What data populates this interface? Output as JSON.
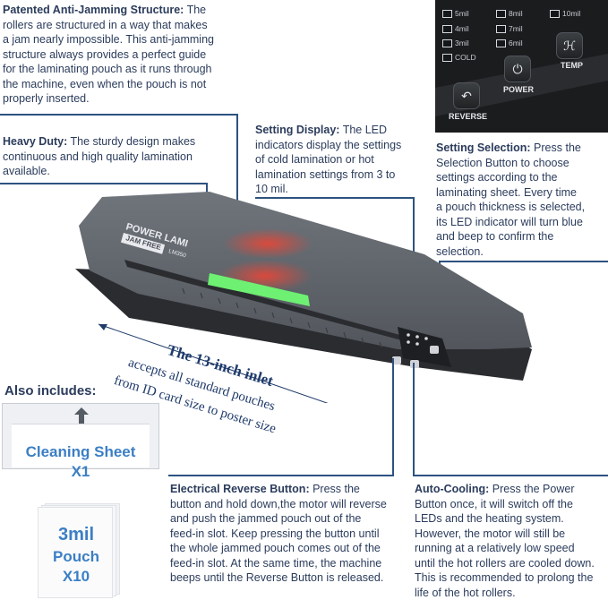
{
  "callouts": {
    "anti_jam": {
      "title": "Patented Anti-Jamming Structure:",
      "lines": [
        " The",
        "rollers are structured in a way that makes",
        "a jam nearly impossible. This anti-jamming",
        "structure always provides a perfect guide",
        "for the laminating pouch as it runs through",
        "the machine, even when the pouch is not",
        "properly inserted."
      ]
    },
    "heavy_duty": {
      "title": "Heavy Duty:",
      "lines": [
        " The sturdy design makes",
        "continuous and high quality lamination",
        "available."
      ]
    },
    "setting_display": {
      "title": "Setting Display:",
      "lines": [
        " The LED",
        "indicators display the settings",
        "of cold lamination or hot",
        "lamination settings from 3 to",
        "10 mil."
      ]
    },
    "setting_selection": {
      "title": "Setting Selection:",
      "lines": [
        " Press the",
        "Selection Button to choose",
        "settings according to the",
        "laminating sheet. Every time",
        "a pouch thickness is selected,",
        "its LED indicator will turn blue",
        "and beep to confirm the",
        "selection."
      ]
    },
    "reverse": {
      "title": "Electrical Reverse Button:",
      "lines": [
        " Press the",
        "button and hold down,the motor will reverse",
        "and push the jammed pouch out of the",
        "feed-in slot. Keep pressing the button until",
        "the whole jammed pouch comes out of the",
        "feed-in slot. At the same time, the machine",
        "beeps until the Reverse Button is released."
      ]
    },
    "auto_cooling": {
      "title": "Auto-Cooling:",
      "lines": [
        " Press the Power",
        "Button once, it will switch off the",
        "LEDs and the heating system.",
        "However, the motor will still be",
        "running at a relatively low speed",
        "until the hot rollers are cooled down.",
        "This is recommended to prolong the",
        "life of the hot rollers."
      ]
    }
  },
  "panel": {
    "leds": {
      "col1": [
        "5mil",
        "4mil",
        "3mil",
        "COLD"
      ],
      "col2": [
        "8mil",
        "7mil",
        "6mil"
      ],
      "col3": [
        "10mil"
      ]
    },
    "buttons": {
      "reverse": "REVERSE",
      "power": "POWER",
      "temp": "TEMP"
    }
  },
  "product": {
    "brand": "POWER LAMI",
    "subbrand": "JAM FREE",
    "model": "LM350"
  },
  "inlet": {
    "line1": "The 13-inch inlet",
    "line2": "accepts all standard pouches",
    "line3": "from ID card size to poster size"
  },
  "includes": {
    "label": "Also includes:",
    "cleaning_sheet": "Cleaning Sheet",
    "cleaning_qty": "X1",
    "pouch_size": "3mil",
    "pouch_label": "Pouch",
    "pouch_qty": "X10"
  },
  "colors": {
    "text": "#2b3c5c",
    "accent_line": "#2d5280",
    "includes_blue": "#3b7fc4",
    "panel_bg": "#1b1c1e",
    "machine_gray": "#5b5f66"
  }
}
